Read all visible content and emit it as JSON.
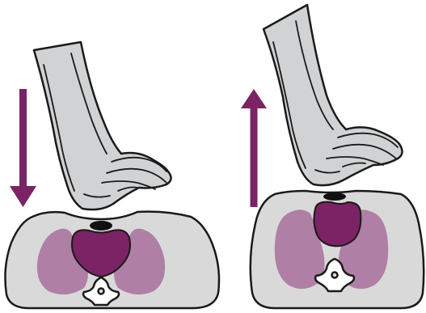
{
  "figure": {
    "panels": [
      {
        "id": "compression",
        "arrow_direction": "down"
      },
      {
        "id": "decompression",
        "arrow_direction": "up"
      }
    ]
  },
  "colors": {
    "arm_fill": "#d1d2d3",
    "outline": "#1a1a1a",
    "arrow": "#7b2365",
    "heart": "#7b2365",
    "lungs": "#b07fa5",
    "chest_fill": "#d9d9da",
    "spine_fill": "#ffffff",
    "sternum": "#111111"
  }
}
